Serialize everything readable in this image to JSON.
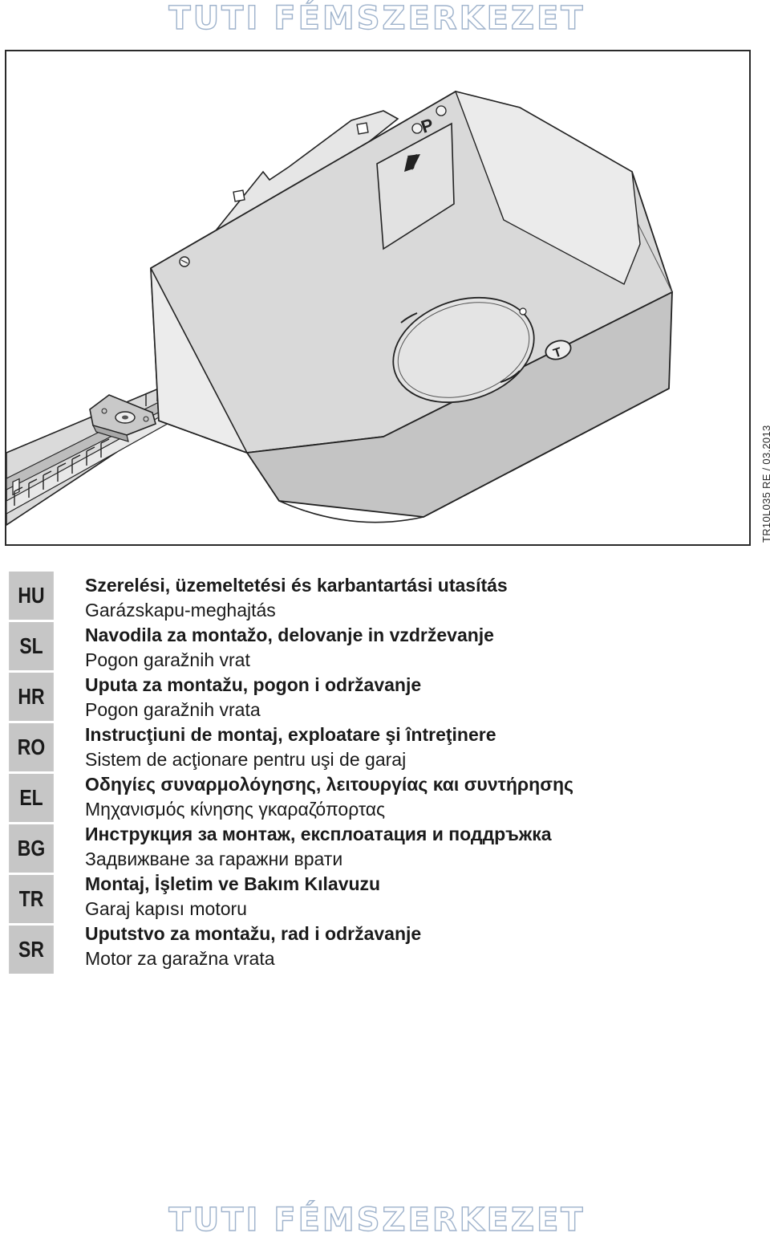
{
  "brand": {
    "watermark_text": "TUTI FÉMSZERKEZET"
  },
  "document": {
    "code": "TR10L035  RE / 03.2013"
  },
  "illustration": {
    "panel_label": "P",
    "button_label": "T"
  },
  "languages": [
    {
      "code": "HU",
      "title": "Szerelési, üzemeltetési és karbantartási utasítás",
      "subtitle": "Garázskapu-meghajtás"
    },
    {
      "code": "SL",
      "title": "Navodila za montažo, delovanje in vzdrževanje",
      "subtitle": "Pogon garažnih vrat"
    },
    {
      "code": "HR",
      "title": "Uputa za montažu, pogon i održavanje",
      "subtitle": "Pogon garažnih vrata"
    },
    {
      "code": "RO",
      "title": "Instrucţiuni de montaj, exploatare şi întreţinere",
      "subtitle": "Sistem de acţionare pentru uşi de garaj"
    },
    {
      "code": "EL",
      "title": "Οδηγίες συναρμολόγησης, λειτουργίας και συντήρησης",
      "subtitle": "Μηχανισμός κίνησης γκαραζόπορτας"
    },
    {
      "code": "BG",
      "title": "Инструкция за монтаж, експлоатация и поддръжка",
      "subtitle": "Задвижване за гаражни врати"
    },
    {
      "code": "TR",
      "title": "Montaj, İşletim ve Bakım Kılavuzu",
      "subtitle": "Garaj kapısı motoru"
    },
    {
      "code": "SR",
      "title": "Uputstvo za montažu, rad i održavanje",
      "subtitle": "Motor za garažna vrata"
    }
  ],
  "colors": {
    "lang_box_bg": "#c6c6c6",
    "device_body": "#d2d2d2",
    "device_top": "#e4e4e4",
    "watermark_stroke": "#9fb3cc"
  }
}
